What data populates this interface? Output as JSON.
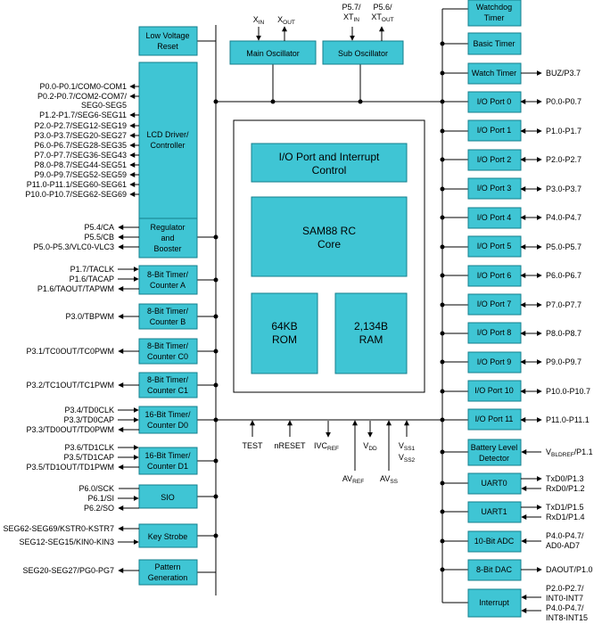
{
  "blocks": {
    "low_voltage_reset": [
      "Low Voltage",
      "Reset"
    ],
    "main_osc": [
      "Main Oscillator"
    ],
    "sub_osc": [
      "Sub Oscillator"
    ],
    "lcd": [
      "LCD Driver/",
      "Controller"
    ],
    "regulator": [
      "Regulator",
      "and",
      "Booster"
    ],
    "timer_a": [
      "8-Bit Timer/",
      "Counter A"
    ],
    "timer_b": [
      "8-Bit Timer/",
      "Counter B"
    ],
    "timer_c0": [
      "8-Bit Timer/",
      "Counter C0"
    ],
    "timer_c1": [
      "8-Bit Timer/",
      "Counter C1"
    ],
    "timer_d0": [
      "16-Bit Timer/",
      "Counter D0"
    ],
    "timer_d1": [
      "16-Bit Timer/",
      "Counter D1"
    ],
    "sio": [
      "SIO"
    ],
    "key_strobe": [
      "Key Strobe"
    ],
    "pattern_gen": [
      "Pattern",
      "Generation"
    ],
    "watchdog": [
      "Watchdog",
      "Timer"
    ],
    "basic_timer": [
      "Basic Timer"
    ],
    "watch_timer": [
      "Watch Timer"
    ],
    "io_port_0": [
      "I/O Port 0"
    ],
    "io_port_1": [
      "I/O Port 1"
    ],
    "io_port_2": [
      "I/O Port 2"
    ],
    "io_port_3": [
      "I/O Port 3"
    ],
    "io_port_4": [
      "I/O Port 4"
    ],
    "io_port_5": [
      "I/O Port 5"
    ],
    "io_port_6": [
      "I/O Port 6"
    ],
    "io_port_7": [
      "I/O Port 7"
    ],
    "io_port_8": [
      "I/O Port 8"
    ],
    "io_port_9": [
      "I/O Port 9"
    ],
    "io_port_10": [
      "I/O Port 10"
    ],
    "io_port_11": [
      "I/O Port 11"
    ],
    "battery": [
      "Battery Level",
      "Detector"
    ],
    "uart0": [
      "UART0"
    ],
    "uart1": [
      "UART1"
    ],
    "adc": [
      "10-Bit ADC"
    ],
    "dac": [
      "8-Bit DAC"
    ],
    "interrupt": [
      "Interrupt"
    ]
  },
  "core": {
    "io_interrupt": [
      "I/O Port and Interrupt",
      "Control"
    ],
    "cpu": [
      "SAM88 RC",
      "Core"
    ],
    "rom": [
      "64KB",
      "ROM"
    ],
    "ram": [
      "2,134B",
      "RAM"
    ]
  },
  "signals": {
    "osc": {
      "xin": {
        "main": "X",
        "sub": "IN"
      },
      "xout": {
        "main": "X",
        "sub": "OUT"
      },
      "p57_line1": "P5.7/",
      "p57_line2": {
        "main": "XT",
        "sub": "IN"
      },
      "p56_line1": "P5.6/",
      "p56_line2": {
        "main": "XT",
        "sub": "OUT"
      }
    },
    "lcd_pins": [
      "P0.0-P0.1/COM0-COM1",
      "P0.2-P0.7/COM2-COM7/",
      "SEG0-SEG5",
      "P1.2-P1.7/SEG6-SEG11",
      "P2.0-P2.7/SEG12-SEG19",
      "P3.0-P3.7/SEG20-SEG27",
      "P6.0-P6.7/SEG28-SEG35",
      "P7.0-P7.7/SEG36-SEG43",
      "P8.0-P8.7/SEG44-SEG51",
      "P9.0-P9.7/SEG52-SEG59",
      "P11.0-P11.1/SEG60-SEG61",
      "P10.0-P10.7/SEG62-SEG69"
    ],
    "regulator_pins": [
      "P5.4/CA",
      "P5.5/CB",
      "P5.0-P5.3/VLC0-VLC3"
    ],
    "timer_a_pins": [
      "P1.7/TACLK",
      "P1.6/TACAP",
      "P1.6/TAOUT/TAPWM"
    ],
    "timer_b_pins": [
      "P3.0/TBPWM"
    ],
    "timer_c0_pins": [
      "P3.1/TC0OUT/TC0PWM"
    ],
    "timer_c1_pins": [
      "P3.2/TC1OUT/TC1PWM"
    ],
    "timer_d0_pins": [
      "P3.4/TD0CLK",
      "P3.3/TD0CAP",
      "P3.3/TD0OUT/TD0PWM"
    ],
    "timer_d1_pins": [
      "P3.6/TD1CLK",
      "P3.5/TD1CAP",
      "P3.5/TD1OUT/TD1PWM"
    ],
    "sio_pins": [
      "P6.0/SCK",
      "P6.1/SI",
      "P6.2/SO"
    ],
    "key_strobe_pins": [
      "SEG62-SEG69/KSTR0-KSTR7",
      "SEG12-SEG15/KIN0-KIN3"
    ],
    "pattern_pins": [
      "SEG20-SEG27/PG0-PG7"
    ],
    "bottom": {
      "test": "TEST",
      "nreset": "nRESET",
      "ivc": {
        "main": "IVC",
        "sub": "REF"
      },
      "avref": {
        "main": "AV",
        "sub": "REF"
      },
      "vdd": {
        "main": "V",
        "sub": "DD"
      },
      "avss": {
        "main": "AV",
        "sub": "SS"
      },
      "vss1": {
        "main": "V",
        "sub": "SS1"
      },
      "vss2": {
        "main": "V",
        "sub": "SS2"
      }
    },
    "right": {
      "watch": "BUZ/P3.7",
      "port0": "P0.0-P0.7",
      "port1": "P1.0-P1.7",
      "port2": "P2.0-P2.7",
      "port3": "P3.0-P3.7",
      "port4": "P4.0-P4.7",
      "port5": "P5.0-P5.7",
      "port6": "P6.0-P6.7",
      "port7": "P7.0-P7.7",
      "port8": "P8.0-P8.7",
      "port9": "P9.0-P9.7",
      "port10": "P10.0-P10.7",
      "port11": "P11.0-P11.1",
      "battery": {
        "main": "V",
        "sub": "BLDREF",
        "tail": "/P1.1"
      },
      "uart0": [
        "TxD0/P1.3",
        "RxD0/P1.2"
      ],
      "uart1": [
        "TxD1/P1.5",
        "RxD1/P1.4"
      ],
      "adc": [
        "P4.0-P4.7/",
        "AD0-AD7"
      ],
      "dac": "DAOUT/P1.0",
      "interrupt": [
        "P2.0-P2.7/",
        "INT0-INT7",
        "P4.0-P4.7/",
        "INT8-INT15"
      ]
    }
  }
}
